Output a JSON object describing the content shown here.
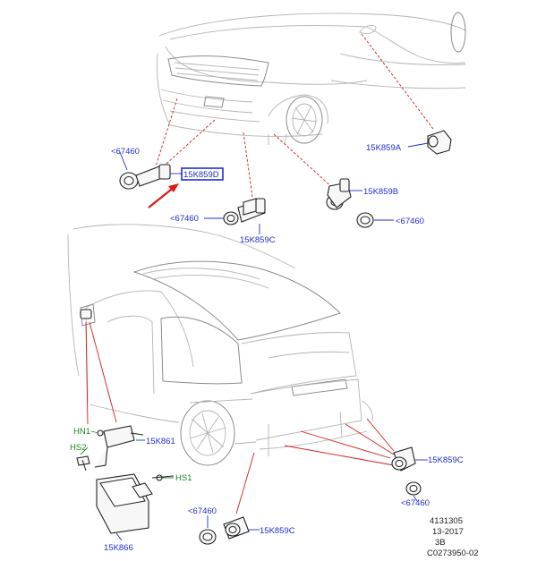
{
  "callouts": {
    "grommet_front_left": "<67460",
    "sensor_front_left": "15K859D",
    "grommet_front_center": "<67460",
    "sensor_front_center": "15K859C",
    "sensor_side_mirror": "15K859A",
    "sensor_front_right": "15K859B",
    "grommet_front_right": "<67460",
    "harness_hn1": "HN1",
    "harness_hs2": "HS2",
    "harness_hs1": "HS1",
    "bracket_module": "15K861",
    "control_module": "15K866",
    "sensor_rear_right": "15K859C",
    "grommet_rear_right": "<67460",
    "grommet_rear_left": "<67460",
    "sensor_rear_left": "15K859C"
  },
  "footer": {
    "line1": "4131305",
    "line2": "13-2017",
    "line3": "3B",
    "line4": "C0273950-02"
  },
  "colors": {
    "callout_blue": "#1f2fd0",
    "harness_green": "#1e8a1e",
    "leader_red": "#d41c1c",
    "highlight_box": "#1f2fd0",
    "arrow_red": "#e01818"
  }
}
